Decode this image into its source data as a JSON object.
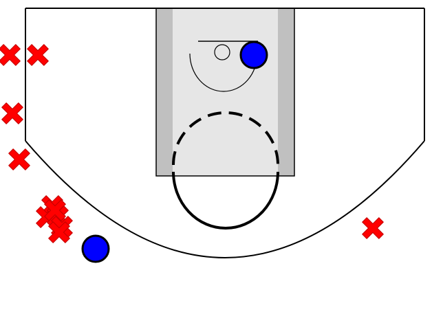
{
  "court": {
    "colors": {
      "background": "#ffffff",
      "line": "#000000",
      "paint_fill": "#e6e6e6",
      "lane_stripe": "#c0c0c0"
    }
  },
  "players": [
    {
      "team": "offense",
      "shape": "circle",
      "color": "#0000ff",
      "label": ""
    },
    {
      "team": "offense",
      "shape": "circle",
      "color": "#0000ff",
      "label": ""
    }
  ],
  "shot_markers": {
    "symbol": "x-icon",
    "color": "#ff0000",
    "count": 11
  }
}
